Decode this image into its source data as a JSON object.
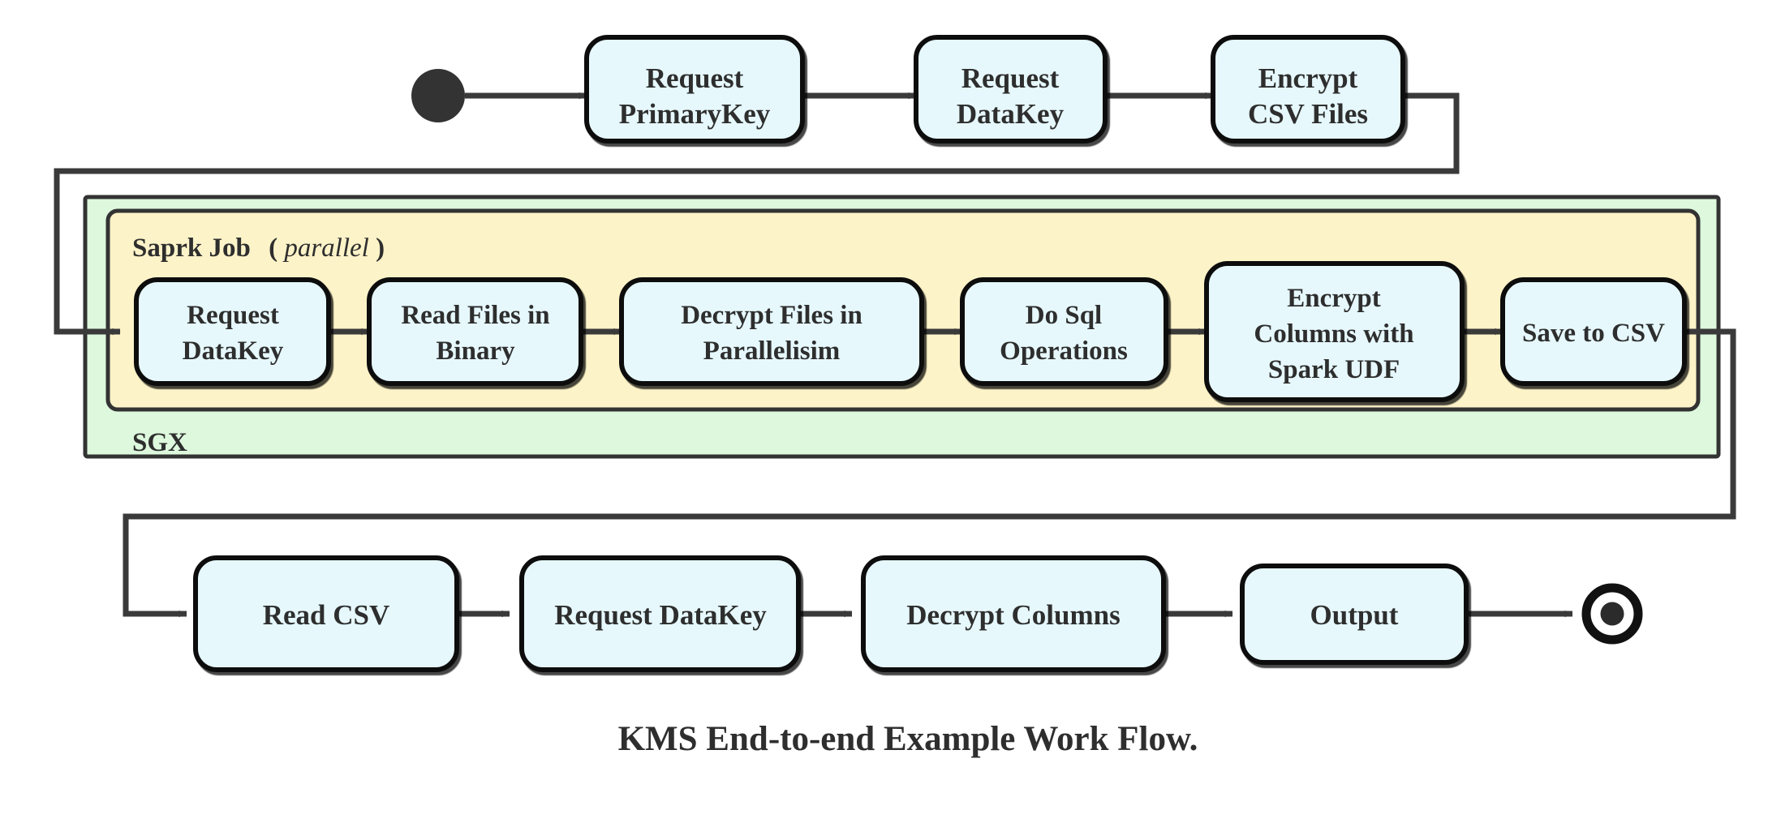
{
  "diagram": {
    "caption": "KMS End-to-end Example Work Flow.",
    "colors": {
      "node_fill": "#e6f8fc",
      "node_stroke": "#111111",
      "sgx_fill": "#ddf8dd",
      "spark_fill": "#fdf3c8",
      "container_stroke": "#333333",
      "edge": "#3a3a3a",
      "text": "#2e2e2e",
      "background": "#ffffff"
    },
    "containers": {
      "sgx": {
        "label": "SGX"
      },
      "spark": {
        "label": "Saprk Job",
        "modifier": "(parallel)",
        "modifier_open": "(",
        "modifier_word": "parallel",
        "modifier_close": ")"
      }
    },
    "nodes": {
      "start": {
        "name": "start-node",
        "type": "initial-state"
      },
      "end": {
        "name": "end-node",
        "type": "final-state"
      },
      "row_top": [
        {
          "id": "request-primarykey",
          "lines": [
            "Request",
            "PrimaryKey"
          ]
        },
        {
          "id": "request-datakey-top",
          "lines": [
            "Request",
            "DataKey"
          ]
        },
        {
          "id": "encrypt-csv-files",
          "lines": [
            "Encrypt",
            "CSV Files"
          ]
        }
      ],
      "row_spark": [
        {
          "id": "request-datakey-spark",
          "lines": [
            "Request",
            "DataKey"
          ]
        },
        {
          "id": "read-files-in-binary",
          "lines": [
            "Read Files in",
            "Binary"
          ]
        },
        {
          "id": "decrypt-files-in-parallelisim",
          "lines": [
            "Decrypt Files in",
            "Parallelisim"
          ]
        },
        {
          "id": "do-sql-operations",
          "lines": [
            "Do Sql",
            "Operations"
          ]
        },
        {
          "id": "encrypt-columns-with-spark-udf",
          "lines": [
            "Encrypt",
            "Columns with",
            "Spark UDF"
          ]
        },
        {
          "id": "save-to-csv",
          "lines": [
            "Save to CSV"
          ]
        }
      ],
      "row_bottom": [
        {
          "id": "read-csv",
          "lines": [
            "Read CSV"
          ]
        },
        {
          "id": "request-datakey-bottom",
          "lines": [
            "Request DataKey"
          ]
        },
        {
          "id": "decrypt-columns",
          "lines": [
            "Decrypt Columns"
          ]
        },
        {
          "id": "output",
          "lines": [
            "Output"
          ]
        }
      ]
    },
    "flow_order": [
      "start",
      "Request PrimaryKey",
      "Request DataKey",
      "Encrypt CSV Files",
      "Request DataKey",
      "Read Files in Binary",
      "Decrypt Files in Parallelisim",
      "Do Sql Operations",
      "Encrypt Columns with Spark UDF",
      "Save to CSV",
      "Read CSV",
      "Request DataKey",
      "Decrypt Columns",
      "Output",
      "end"
    ]
  }
}
